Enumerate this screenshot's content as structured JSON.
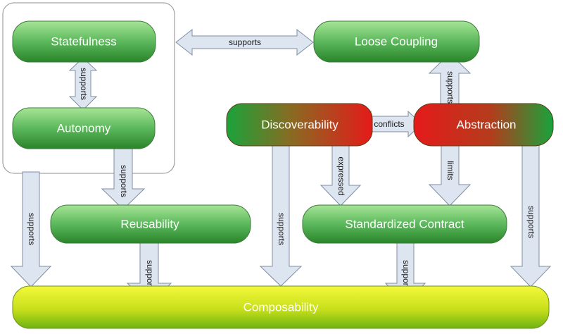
{
  "nodes": {
    "statefulness": "Statefulness",
    "autonomy": "Autonomy",
    "loose_coupling": "Loose Coupling",
    "discoverability": "Discoverability",
    "abstraction": "Abstraction",
    "reusability": "Reusability",
    "standardized_contract": "Standardized Contract",
    "composability": "Composability"
  },
  "edges": {
    "statefulness_loose_coupling": "supports",
    "statefulness_autonomy": "supports",
    "autonomy_reusability": "supports",
    "group_composability": "supports",
    "reusability_composability": "supports",
    "discoverability_composability": "supports",
    "discoverability_abstraction": "conflicts",
    "discoverability_contract": "expressed",
    "abstraction_loose_coupling": "supports",
    "abstraction_contract": "limits",
    "contract_composability": "supports",
    "abstraction_composability": "supports"
  },
  "colors": {
    "green_light": "#9fe08f",
    "green_dark": "#2e8b2e",
    "red": "#e31b1b",
    "yellow_light": "#f1f53a",
    "yellow_dark": "#6fbf10",
    "arrow_fill": "#dde5f0",
    "arrow_stroke": "#7f8ea3"
  }
}
